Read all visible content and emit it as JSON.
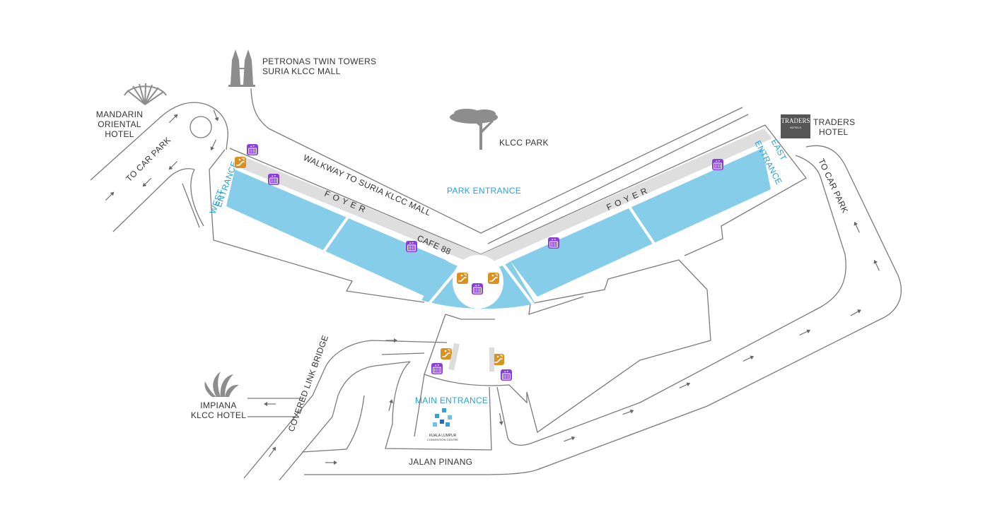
{
  "landmarks": {
    "petronas_line1": "PETRONAS TWIN TOWERS",
    "petronas_line2": "SURIA KLCC MALL",
    "mandarin_line1": "MANDARIN",
    "mandarin_line2": "ORIENTAL",
    "mandarin_line3": "HOTEL",
    "klcc_park": "KLCC PARK",
    "traders_line1": "TRADERS",
    "traders_line2": "HOTEL",
    "traders_logo_text": "TRADERS",
    "traders_logo_sub": "HOTELS",
    "impiana_line1": "IMPIANA",
    "impiana_line2": "KLCC HOTEL",
    "kl_cc_logo_line1": "KUALA LUMPUR",
    "kl_cc_logo_line2": "CONVENTION CENTRE"
  },
  "labels": {
    "walkway": "WALKWAY TO SURIA KLCC MALL",
    "park_entrance": "PARK ENTRANCE",
    "west_entrance_1": "WEST",
    "west_entrance_2": "ENTRANCE",
    "east_entrance_1": "EAST",
    "east_entrance_2": "ENTRANCE",
    "foyer_west": "FOYER",
    "foyer_east": "FOYER",
    "cafe": "CAFE 88",
    "main_entrance": "MAIN ENTRANCE",
    "to_car_park_west": "TO CAR PARK",
    "to_car_park_east": "TO CAR PARK",
    "covered_link_bridge": "COVERED LINK BRIDGE",
    "jalan_pinang": "JALAN PINANG"
  },
  "icons": {
    "lift": "elevator-icon",
    "escalator": "escalator-icon"
  },
  "colors": {
    "hall_fill": "#86cdea",
    "corridor_fill": "#dedede",
    "entrance_text": "#29a3d6",
    "lift_icon": "#8a3ee0",
    "escalator_icon": "#d9921f",
    "road_line": "#7a7a7a"
  }
}
